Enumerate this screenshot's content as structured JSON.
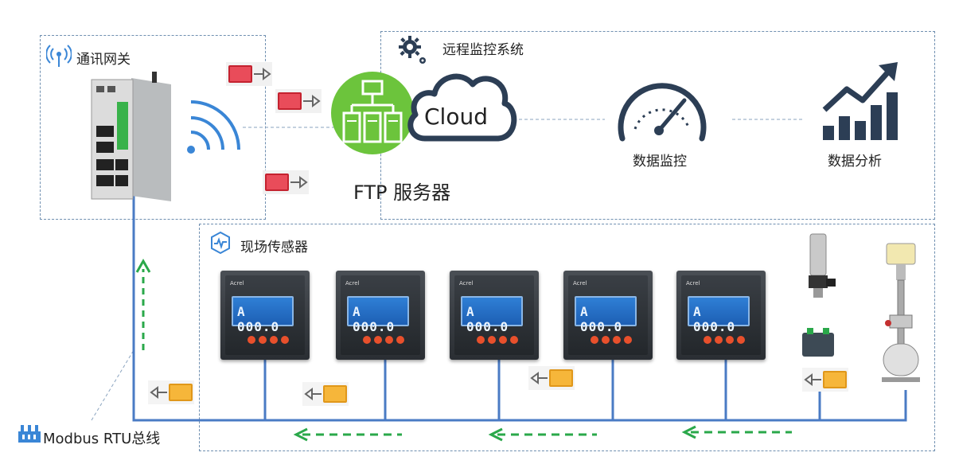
{
  "gateway": {
    "title": "通讯网关"
  },
  "remote": {
    "title": "远程监控系统"
  },
  "ftp": {
    "label": "FTP 服务器"
  },
  "cloud": {
    "label": "Cloud"
  },
  "monitor": {
    "label": "数据监控"
  },
  "analysis": {
    "label": "数据分析"
  },
  "field": {
    "title": "现场传感器"
  },
  "bus": {
    "label": "Modbus RTU总线"
  },
  "meters": [
    {
      "brand": "Acrel",
      "display": "A 000.0"
    },
    {
      "brand": "Acrel",
      "display": "A 000.0"
    },
    {
      "brand": "Acrel",
      "display": "A 000.0"
    },
    {
      "brand": "Acrel",
      "display": "A 000.0"
    },
    {
      "brand": "Acrel",
      "display": "A 000.0"
    }
  ],
  "colors": {
    "bus_line": "#4a7bc4",
    "dashed_arrow": "#2aa84a",
    "ftp_green": "#6cc43c",
    "cloud_dark": "#2c3e55",
    "envelope_red": "#e94c5a",
    "envelope_yellow": "#f6b63a"
  },
  "icons": [
    "wifi-icon",
    "gear-icon",
    "cloud-icon",
    "server-icon",
    "gauge-icon",
    "chart-up-icon",
    "sensor-icon",
    "bus-icon",
    "envelope-icon"
  ]
}
